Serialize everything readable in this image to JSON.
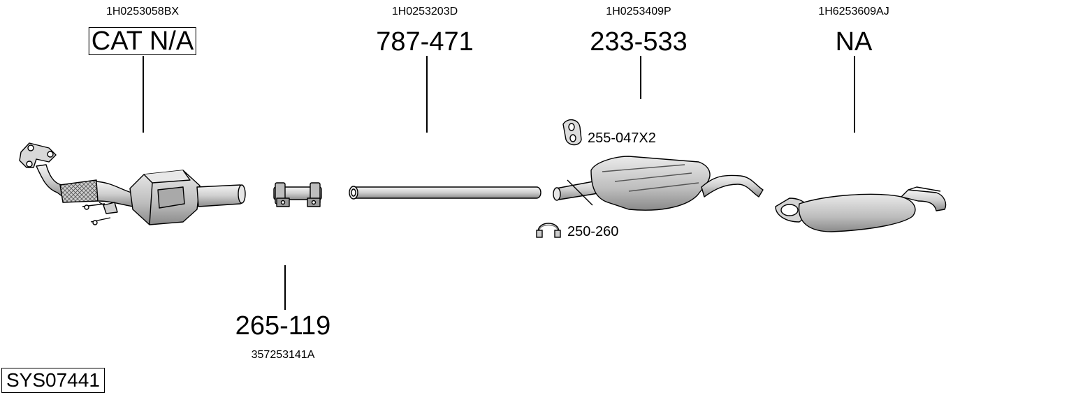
{
  "parts": [
    {
      "oem": "1H0253058BX",
      "part_number": "CAT N/A",
      "boxed": true
    },
    {
      "oem": "1H0253203D",
      "part_number": "787-471"
    },
    {
      "oem": "1H0253409P",
      "part_number": "233-533"
    },
    {
      "oem": "1H6253609AJ",
      "part_number": "NA"
    },
    {
      "oem": "357253141A",
      "part_number": "265-119"
    }
  ],
  "accessories": [
    {
      "label": "255-047X2",
      "icon": "rubber-hanger-icon"
    },
    {
      "label": "250-260",
      "icon": "exhaust-clamp-icon"
    }
  ],
  "system_code": "SYS07441"
}
